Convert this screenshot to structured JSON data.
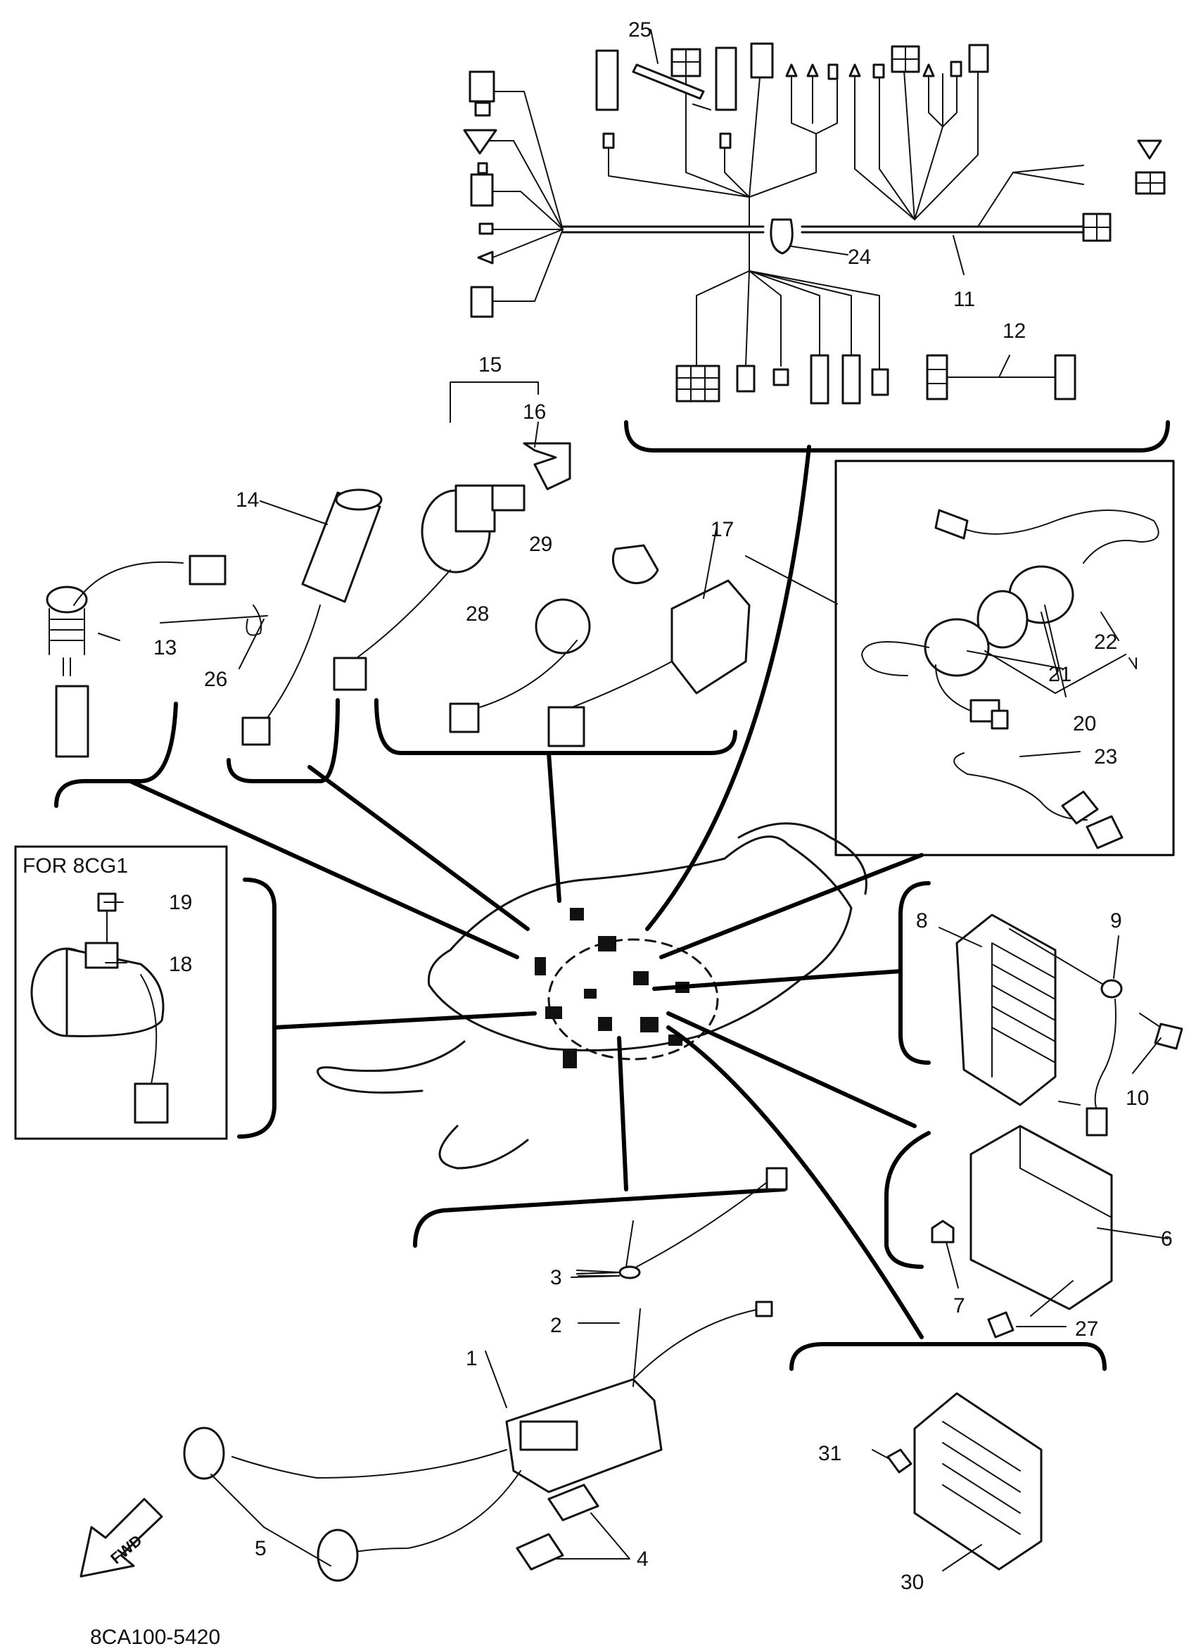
{
  "diagram": {
    "catalog_code": "8CA100-5420",
    "inset_title": "FOR 8CG1",
    "direction_arrow": "FWD",
    "callouts": {
      "1": "1",
      "2": "2",
      "3": "3",
      "4": "4",
      "5": "5",
      "6": "6",
      "7": "7",
      "8": "8",
      "9": "9",
      "10": "10",
      "11": "11",
      "12": "12",
      "13": "13",
      "14": "14",
      "15": "15",
      "16": "16",
      "17": "17",
      "18": "18",
      "19": "19",
      "20": "20",
      "21": "21",
      "22": "22",
      "23": "23",
      "24": "24",
      "25": "25",
      "26": "26",
      "27": "27",
      "28": "28",
      "29": "29",
      "30": "30",
      "31": "31"
    }
  }
}
